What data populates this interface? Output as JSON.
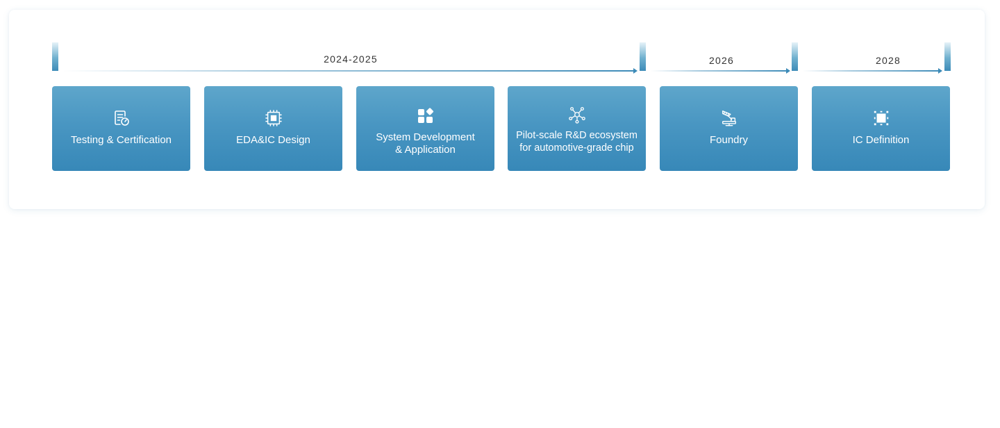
{
  "timeline": {
    "periods": [
      {
        "label": "2024-2025"
      },
      {
        "label": "2026"
      },
      {
        "label": "2028"
      }
    ],
    "cards": [
      {
        "label": "Testing & Certification",
        "icon": "test-report-icon"
      },
      {
        "label": "EDA&IC Design",
        "icon": "chip-icon"
      },
      {
        "label": "System Development\n& Application",
        "icon": "app-blocks-icon"
      },
      {
        "label": "Pilot-scale R&D ecosystem\nfor automotive-grade chip",
        "icon": "ecosystem-nodes-icon"
      },
      {
        "label": "Foundry",
        "icon": "factory-machine-icon"
      },
      {
        "label": "IC Definition",
        "icon": "selection-square-icon"
      }
    ]
  },
  "colors": {
    "card_top": "#5ea6cb",
    "card_bottom": "#3788b8",
    "arrow": "#3d8bb8",
    "text_dark": "#333333"
  }
}
